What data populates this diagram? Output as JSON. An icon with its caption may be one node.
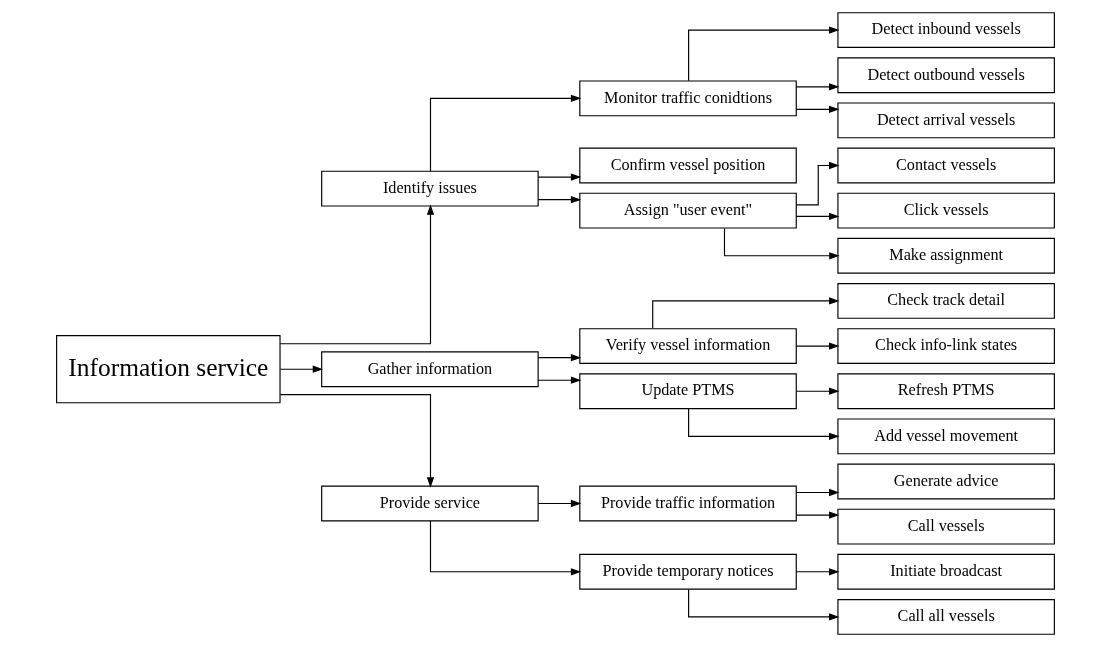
{
  "diagram": {
    "nodes": [
      {
        "text": [
          "Information service"
        ]
      },
      {
        "text": [
          "Identify issues"
        ]
      },
      {
        "text": [
          "Gather information"
        ]
      },
      {
        "text": [
          "Provide service"
        ]
      },
      {
        "text": [
          "Monitor traffic conidtions"
        ]
      },
      {
        "text": [
          "Confirm vessel position"
        ]
      },
      {
        "text": [
          "Assign \"user event\""
        ]
      },
      {
        "text": [
          "Detect inbound vessels"
        ]
      },
      {
        "text": [
          "Detect outbound vessels"
        ]
      },
      {
        "text": [
          "Detect arrival vessels"
        ]
      },
      {
        "text": [
          "Contact vessels"
        ]
      },
      {
        "text": [
          "Click vessels"
        ]
      },
      {
        "text": [
          "Make assignment"
        ]
      },
      {
        "text": [
          "Verify vessel information"
        ]
      },
      {
        "text": [
          "Update PTMS"
        ]
      },
      {
        "text": [
          "Check track detail"
        ]
      },
      {
        "text": [
          "Check info-link states"
        ]
      },
      {
        "text": [
          "Refresh PTMS"
        ]
      },
      {
        "text": [
          "Add vessel movement"
        ]
      },
      {
        "text": [
          "Provide traffic information"
        ]
      },
      {
        "text": [
          "Provide temporary notices"
        ]
      },
      {
        "text": [
          "Generate advice"
        ]
      },
      {
        "text": [
          "Call vessels"
        ]
      },
      {
        "text": [
          "Initiate broadcast"
        ]
      },
      {
        "text": [
          "Call all vessels"
        ]
      }
    ],
    "edges": [
      {
        "from": 0,
        "to": 1,
        "arrow": "to"
      },
      {
        "from": 0,
        "to": 2,
        "arrow": "to"
      },
      {
        "from": 0,
        "to": 3,
        "arrow": "to"
      },
      {
        "from": 1,
        "to": 4,
        "arrow": "to"
      },
      {
        "from": 1,
        "to": 5,
        "arrow": "to"
      },
      {
        "from": 1,
        "to": 6,
        "arrow": "to"
      },
      {
        "from": 4,
        "to": 7,
        "arrow": "to"
      },
      {
        "from": 4,
        "to": 8,
        "arrow": "to"
      },
      {
        "from": 4,
        "to": 9,
        "arrow": "to"
      },
      {
        "from": 6,
        "to": 10,
        "arrow": "to"
      },
      {
        "from": 6,
        "to": 11,
        "arrow": "to"
      },
      {
        "from": 6,
        "to": 12,
        "arrow": "to"
      },
      {
        "from": 2,
        "to": 13,
        "arrow": "to"
      },
      {
        "from": 2,
        "to": 14,
        "arrow": "to"
      },
      {
        "from": 13,
        "to": 15,
        "arrow": "to"
      },
      {
        "from": 13,
        "to": 16,
        "arrow": "to"
      },
      {
        "from": 14,
        "to": 17,
        "arrow": "to"
      },
      {
        "from": 14,
        "to": 18,
        "arrow": "to"
      },
      {
        "from": 3,
        "to": 19,
        "arrow": "to"
      },
      {
        "from": 3,
        "to": 20,
        "arrow": "to"
      },
      {
        "from": 19,
        "to": 21,
        "arrow": "to"
      },
      {
        "from": 19,
        "to": 22,
        "arrow": "to"
      },
      {
        "from": 20,
        "to": 23,
        "arrow": "to"
      },
      {
        "from": 20,
        "to": 24,
        "arrow": "to"
      }
    ]
  }
}
